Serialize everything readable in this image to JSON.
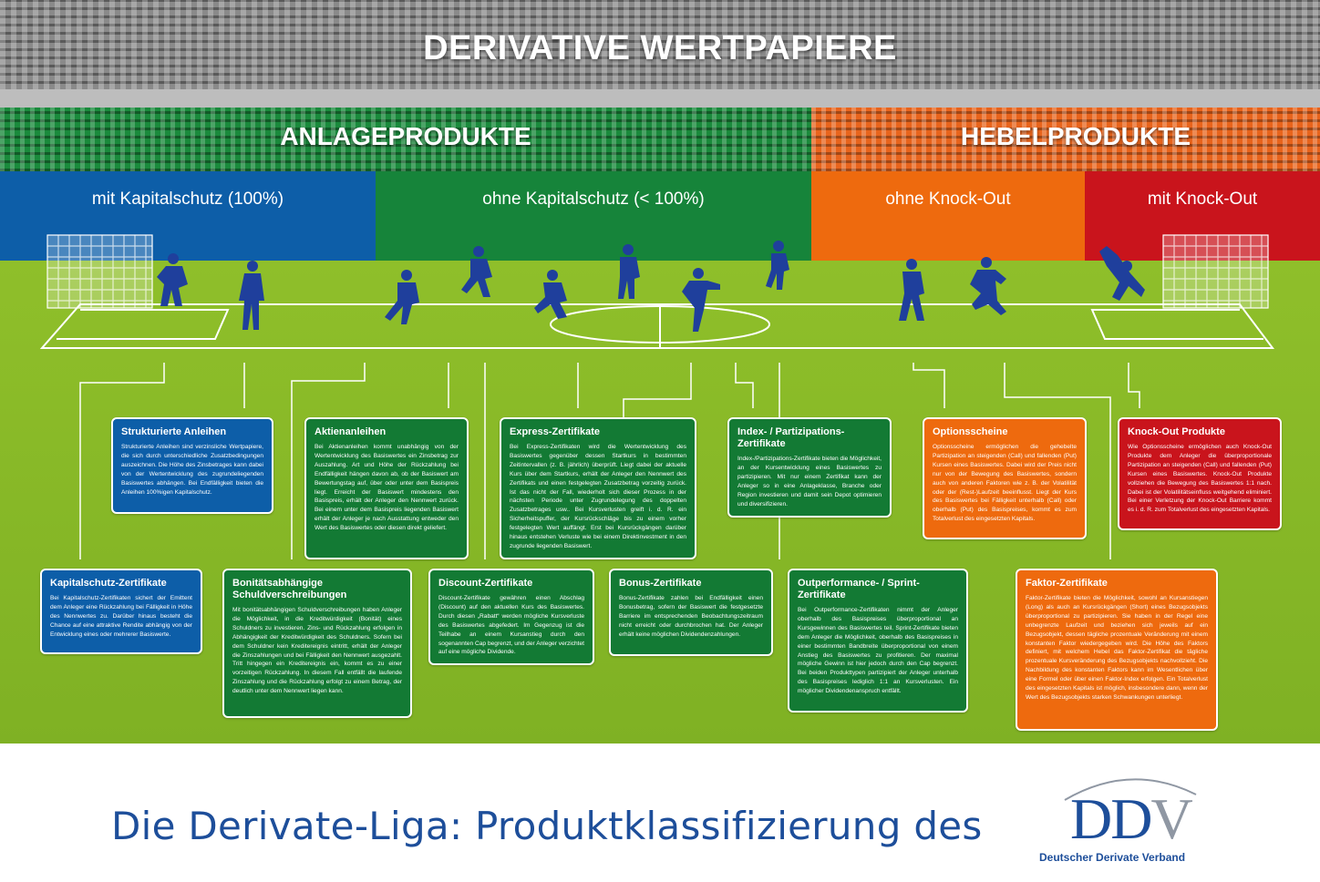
{
  "header": {
    "title": "DERIVATIVE WERTPAPIERE"
  },
  "groups": {
    "anlage": "ANLAGEPRODUKTE",
    "hebel": "HEBELPRODUKTE"
  },
  "bands": {
    "b1": "mit Kapitalschutz (100%)",
    "b2": "ohne Kapitalschutz (< 100%)",
    "b3": "ohne Knock-Out",
    "b4": "mit Knock-Out"
  },
  "colors": {
    "blue": "#0d5ea8",
    "green": "#137a34",
    "orange": "#ee6a0e",
    "red": "#c9141c",
    "field": "#86b826",
    "players": "#1f3f9c"
  },
  "cards": {
    "strukturierte": {
      "title": "Strukturierte Anleihen",
      "text": "Strukturierte Anleihen sind verzinsliche Wertpapiere, die sich durch unterschiedliche Zusatzbedingungen auszeichnen. Die Höhe des Zinsbetrages kann dabei von der Wertentwicklung des zugrundeliegenden Basiswertes abhängen. Bei Endfälligkeit bieten die Anleihen 100%igen Kapitalschutz."
    },
    "kapitalschutz": {
      "title": "Kapitalschutz-Zertifikate",
      "text": "Bei Kapitalschutz-Zertifikaten sichert der Emittent dem Anleger eine Rückzahlung bei Fälligkeit in Höhe des Nennwertes zu. Darüber hinaus besteht die Chance auf eine attraktive Rendite abhängig von der Entwicklung eines oder mehrerer Basiswerte."
    },
    "aktienanleihen": {
      "title": "Aktienanleihen",
      "text": "Bei Aktienanleihen kommt unabhängig von der Wertentwicklung des Basiswertes ein Zinsbetrag zur Auszahlung. Art und Höhe der Rückzahlung bei Endfälligkeit hängen davon ab, ob der Basiswert am Bewertungstag auf, über oder unter dem Basispreis liegt. Erreicht der Basiswert mindestens den Basispreis, erhält der Anleger den Nennwert zurück. Bei einem unter dem Basispreis liegenden Basiswert erhält der Anleger je nach Ausstattung entweder den Wert des Basiswertes oder diesen direkt geliefert."
    },
    "bonitaet": {
      "title": "Bonitätsabhängige Schuldverschreibungen",
      "text": "Mit bonitätsabhängigen Schuldverschreibungen haben Anleger die Möglichkeit, in die Kreditwürdigkeit (Bonität) eines Schuldners zu investieren. Zins- und Rückzahlung erfolgen in Abhängigkeit der Kreditwürdigkeit des Schuldners. Sofern bei dem Schuldner kein Kreditereignis eintritt, erhält der Anleger die Zinszahlungen und bei Fälligkeit den Nennwert ausgezahlt. Tritt hingegen ein Kreditereignis ein, kommt es zu einer vorzeitigen Rückzahlung. In diesem Fall entfällt die laufende Zinszahlung und die Rückzahlung erfolgt zu einem Betrag, der deutlich unter dem Nennwert liegen kann."
    },
    "express": {
      "title": "Express-Zertifikate",
      "text": "Bei Express-Zertifikaten wird die Wertentwicklung des Basiswertes gegenüber dessen Startkurs in bestimmten Zeitintervallen (z. B. jährlich) überprüft. Liegt dabei der aktuelle Kurs über dem Startkurs, erhält der Anleger den Nennwert des Zertifikats und einen festgelegten Zusatzbetrag vorzeitig zurück. Ist das nicht der Fall, wiederholt sich dieser Prozess in der nächsten Periode unter Zugrundelegung des doppelten Zusatzbetrages usw.. Bei Kursverlusten greift i. d. R. ein Sicherheitspuffer, der Kursrückschläge bis zu einem vorher festgelegten Wert auffängt. Erst bei Kursrückgängen darüber hinaus entstehen Verluste wie bei einem Direktinvestment in den zugrunde liegenden Basiswert."
    },
    "discount": {
      "title": "Discount-Zertifikate",
      "text": "Discount-Zertifikate gewähren einen Abschlag (Discount) auf den aktuellen Kurs des Basiswertes. Durch diesen „Rabatt“ werden mögliche Kursverluste des Basiswertes abgefedert. Im Gegenzug ist die Teilhabe an einem Kursanstieg durch den sogenannten Cap begrenzt, und der Anleger verzichtet auf eine mögliche Dividende."
    },
    "bonus": {
      "title": "Bonus-Zertifikate",
      "text": "Bonus-Zertifikate zahlen bei Endfälligkeit einen Bonusbetrag, sofern der Basiswert die festgesetzte Barriere im entsprechenden Beobachtungszeitraum nicht erreicht oder durchbrochen hat. Der Anleger erhält keine möglichen Dividendenzahlungen."
    },
    "index": {
      "title": "Index- / Partizipations-Zertifikate",
      "text": "Index-/Partizipations-Zertifikate bieten die Möglichkeit, an der Kursentwicklung eines Basiswertes zu partizipieren. Mit nur einem Zertifikat kann der Anleger so in eine Anlageklasse, Branche oder Region investieren und damit sein Depot optimieren und diversifizieren."
    },
    "outperformance": {
      "title": "Outperformance- / Sprint-Zertifikate",
      "text": "Bei Outperformance-Zertifikaten nimmt der Anleger oberhalb des Basispreises überproportional an Kursgewinnen des Basiswertes teil. Sprint-Zertifikate bieten dem Anleger die Möglichkeit, oberhalb des Basispreises in einer bestimmten Bandbreite überproportional von einem Anstieg des Basiswertes zu profitieren. Der maximal mögliche Gewinn ist hier jedoch durch den Cap begrenzt. Bei beiden Produkttypen partizipiert der Anleger unterhalb des Basispreises lediglich 1:1 an Kursverlusten. Ein möglicher Dividendenanspruch entfällt."
    },
    "options": {
      "title": "Optionsscheine",
      "text": "Optionsscheine ermöglichen die gehebelte Partizipation an steigenden (Call) und fallenden (Put) Kursen eines Basiswertes. Dabei wird der Preis nicht nur von der Bewegung des Basiswertes, sondern auch von anderen Faktoren wie z. B. der Volatilität oder der (Rest-)Laufzeit beeinflusst. Liegt der Kurs des Basiswertes bei Fälligkeit unterhalb (Call) oder oberhalb (Put) des Basispreises, kommt es zum Totalverlust des eingesetzten Kapitals."
    },
    "faktor": {
      "title": "Faktor-Zertifikate",
      "text": "Faktor-Zertifikate bieten die Möglichkeit, sowohl an Kursanstiegen (Long) als auch an Kursrückgängen (Short) eines Bezugsobjekts überproportional zu partizipieren. Sie haben in der Regel eine unbegrenzte Laufzeit und beziehen sich jeweils auf ein Bezugsobjekt, dessen tägliche prozentuale Veränderung mit einem konstanten Faktor wiedergegeben wird. Die Höhe des Faktors definiert, mit welchem Hebel das Faktor-Zertifikat die tägliche prozentuale Kursveränderung des Bezugsobjekts nachvollzieht. Die Nachbildung des konstanten Faktors kann im Wesentlichen über eine Formel oder über einen Faktor-Index erfolgen. Ein Totalverlust des eingesetzten Kapitals ist möglich, insbesondere dann, wenn der Wert des Bezugsobjekts starken Schwankungen unterliegt."
    },
    "knockout": {
      "title": "Knock-Out Produkte",
      "text": "Wie Optionsscheine ermöglichen auch Knock-Out Produkte dem Anleger die überproportionale Partizipation an steigenden (Call) und fallenden (Put) Kursen eines Basiswertes. Knock-Out Produkte vollziehen die Bewegung des Basiswertes 1:1 nach. Dabei ist der Volatilitätseinfluss weitgehend eliminiert. Bei einer Verletzung der Knock-Out Barriere kommt es i. d. R. zum Totalverlust des eingesetzten Kapitals."
    }
  },
  "footer": {
    "title": "Die Derivate-Liga: Produktklassifizierung des",
    "logo_d1": "D",
    "logo_d2": "D",
    "logo_v": "V",
    "logo_text": "Deutscher Derivate Verband"
  }
}
